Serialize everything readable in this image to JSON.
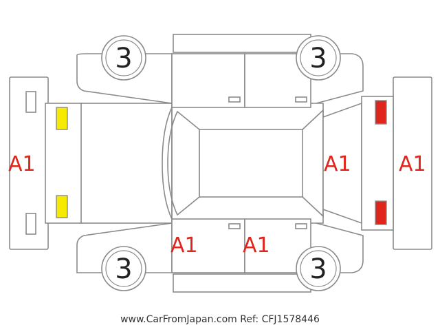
{
  "diagram": {
    "panel_grades": {
      "front_bumper": "A1",
      "rear_glass": "A1",
      "rear_bumper": "A1",
      "left_front_door": "A1",
      "left_rear_door": "A1"
    },
    "wheel_grades": {
      "front_left": "3",
      "front_right": "3",
      "rear_left": "3",
      "rear_right": "3"
    },
    "lamp_colors": {
      "front": "#f5ea00",
      "rear": "#e0261c"
    },
    "caption": "www.CarFromJapan.com Ref: CFJ1578446"
  }
}
